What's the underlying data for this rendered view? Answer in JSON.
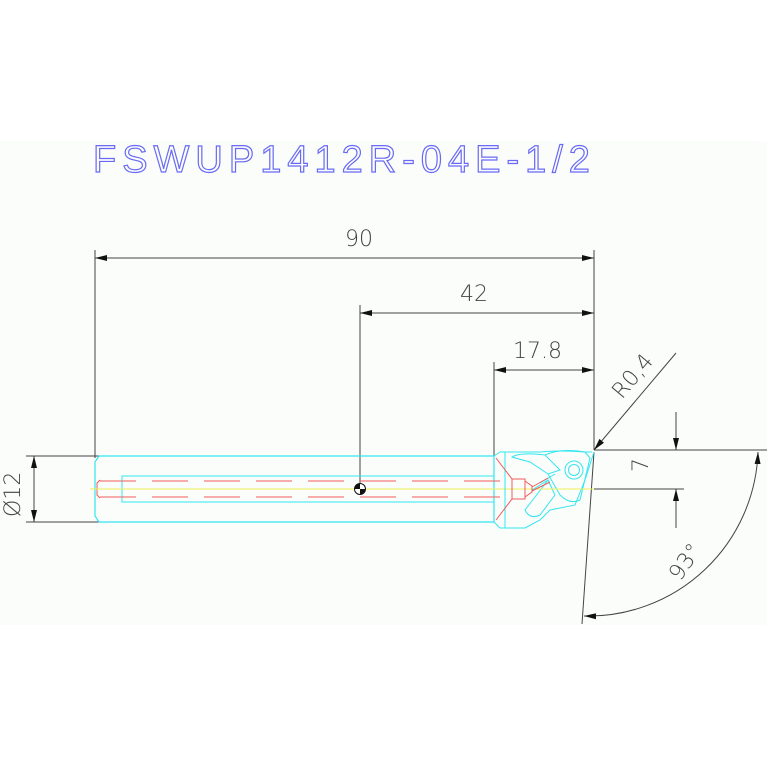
{
  "drawing": {
    "title": "FSWUP1412R-04E-1/2",
    "type": "Boring bar tool drawing",
    "colors": {
      "title": "#5a5af0",
      "outline": "#33e6f0",
      "hidden": "#f05a5a",
      "centerline": "#f0f05a",
      "dimension": "#444444",
      "background_band": "#fbfdfb"
    }
  },
  "dimensions": {
    "overall_length": "90",
    "center_to_tip": "42",
    "head_length": "17.8",
    "corner_radius": "R0,4",
    "shank_diameter": "Ø12",
    "tip_offset": "7",
    "lead_angle": "93°"
  }
}
